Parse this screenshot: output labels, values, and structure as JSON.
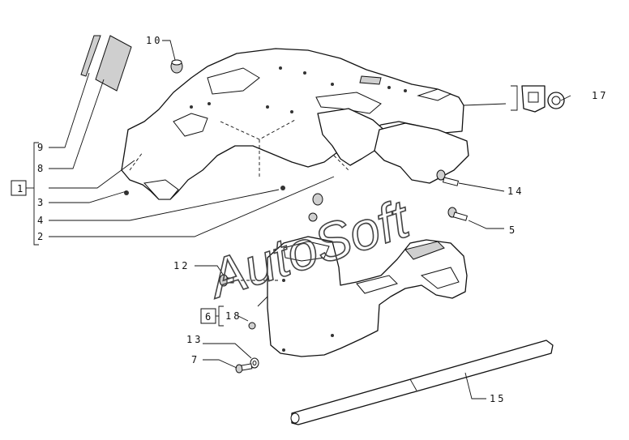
{
  "watermark": "AutoSoft",
  "callouts": {
    "c1": "1",
    "c2": "2",
    "c3": "3",
    "c4": "4",
    "c5": "5",
    "c6": "6",
    "c7": "7",
    "c8": "8",
    "c9": "9",
    "c10": "10",
    "c12": "12",
    "c13": "13",
    "c14": "14",
    "c15": "15",
    "c17": "17",
    "c18": "18"
  }
}
